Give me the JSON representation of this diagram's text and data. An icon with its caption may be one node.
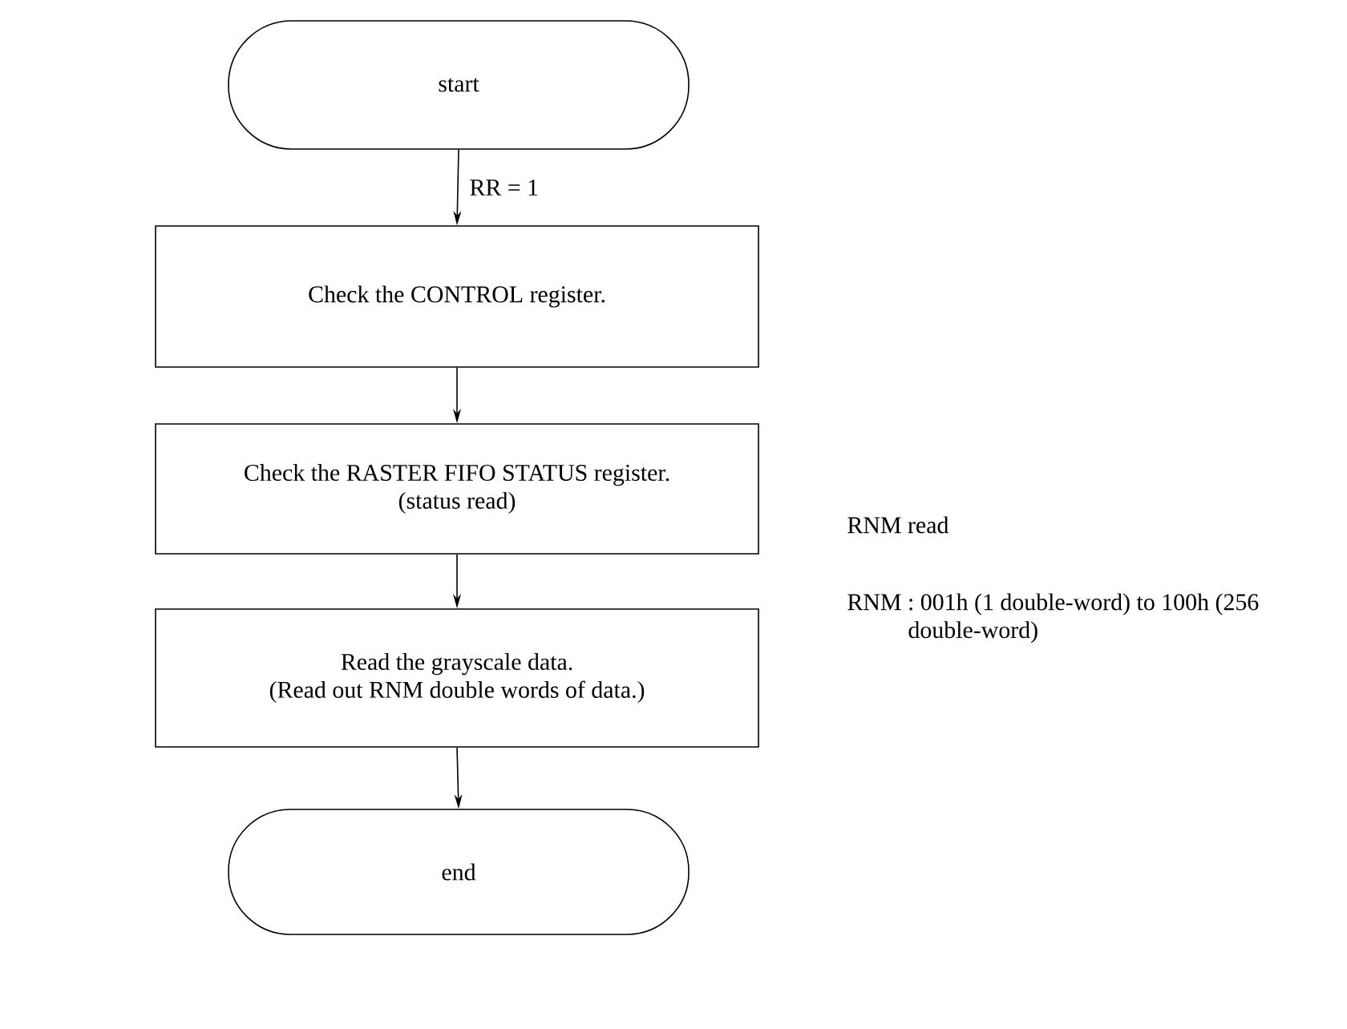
{
  "diagram": {
    "nodes": [
      {
        "text": [
          "start"
        ]
      },
      {
        "text": [
          "Check the CONTROL register."
        ]
      },
      {
        "text": [
          "Check the RASTER FIFO STATUS register.",
          "(status read)"
        ]
      },
      {
        "text": [
          "Read the grayscale data.",
          "(Read out RNM double words of data.)"
        ]
      },
      {
        "text": [
          "end"
        ]
      }
    ],
    "edges": [
      {
        "from": 0,
        "to": 1,
        "arrow": "to",
        "label": "RR = 1"
      },
      {
        "from": 1,
        "to": 2,
        "arrow": "to"
      },
      {
        "from": 2,
        "to": 3,
        "arrow": "to"
      },
      {
        "from": 3,
        "to": 4,
        "arrow": "to"
      }
    ],
    "labels": [
      "RNM read",
      "RNM : 001h (1 double-word) to 100h (256 double-word)"
    ]
  }
}
